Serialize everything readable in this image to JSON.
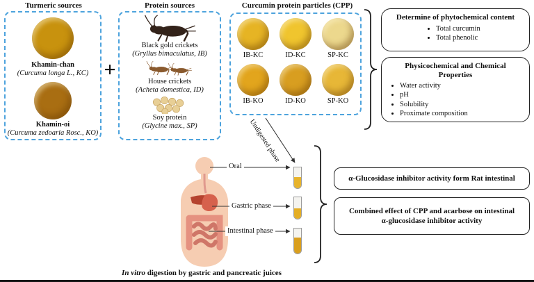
{
  "figure": {
    "turmeric": {
      "title": "Turmeric sources",
      "items": [
        {
          "name": "Khamin-chan",
          "latin": "(Curcuma longa L., KC)",
          "color": "#c8920e"
        },
        {
          "name": "Khamin-oi",
          "latin": "(Curcuma zedoaria Rosc., KO)",
          "color": "#a96e12"
        }
      ]
    },
    "plus_sign": "+",
    "protein": {
      "title": "Protein sources",
      "items": [
        {
          "name": "Black gold crickets",
          "latin": "(Gryllus bimaculatus, IB)"
        },
        {
          "name": "House crickets",
          "latin": "(Acheta domestica, ID)"
        },
        {
          "name": "Soy protein",
          "latin": "(Glycine max., SP)"
        }
      ]
    },
    "cpp": {
      "title": "Curcumin protein particles (CPP)",
      "samples": [
        {
          "label": "IB-KC",
          "color": "#e6b424"
        },
        {
          "label": "ID-KC",
          "color": "#f0c52e"
        },
        {
          "label": "SP-KC",
          "color": "#ecd88d"
        },
        {
          "label": "IB-KO",
          "color": "#e2a51d"
        },
        {
          "label": "ID-KO",
          "color": "#d89e20"
        },
        {
          "label": "SP-KO",
          "color": "#e7b737"
        }
      ]
    },
    "analyses": [
      {
        "title": "Determine of phytochemical content",
        "bullets": [
          "Total curcumin",
          "Total phenolic"
        ]
      },
      {
        "title": "Physicochemical and Chemical Properties",
        "bullets": [
          "Water activity",
          "pH",
          "Solubility",
          "Proximate composition"
        ]
      }
    ],
    "digestion": {
      "undigested_label": "Undigested phase",
      "phase_labels": [
        "Oral",
        "Gastric phase",
        "Intestinal phase"
      ],
      "caption_italic": "In vitro",
      "caption_rest": " digestion by gastric and pancreatic juices"
    },
    "results": [
      "α-Glucosidase inhibitor activity form Rat intestinal",
      "Combined effect of CPP and acarbose on intestinal α-glucosidase inhibitor activity"
    ],
    "accent_color": "#4da3dd"
  }
}
